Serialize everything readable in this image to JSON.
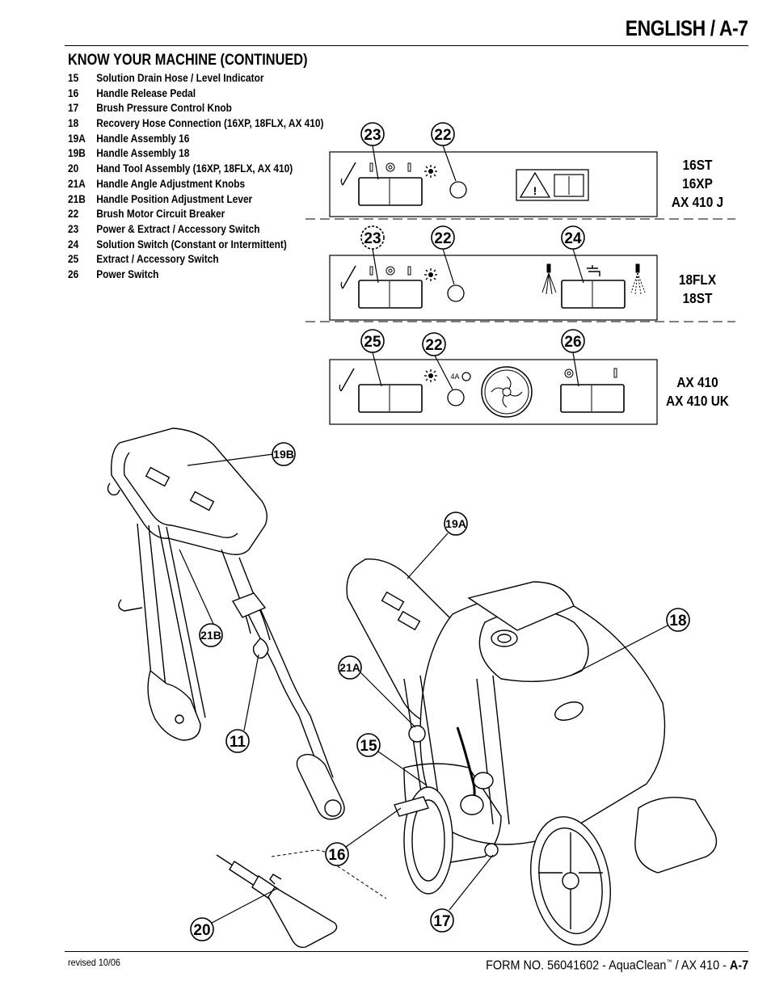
{
  "header": {
    "title": "ENGLISH / A-7"
  },
  "section": {
    "title": "KNOW YOUR MACHINE (CONTINUED)"
  },
  "parts": [
    {
      "num": "15",
      "label": "Solution Drain Hose / Level Indicator"
    },
    {
      "num": "16",
      "label": "Handle Release Pedal"
    },
    {
      "num": "17",
      "label": "Brush Pressure Control Knob"
    },
    {
      "num": "18",
      "label": "Recovery Hose Connection (16XP, 18FLX, AX 410)"
    },
    {
      "num": "19A",
      "label": "Handle Assembly 16"
    },
    {
      "num": "19B",
      "label": "Handle Assembly 18"
    },
    {
      "num": "20",
      "label": "Hand Tool Assembly (16XP, 18FLX, AX 410)"
    },
    {
      "num": "21A",
      "label": "Handle Angle Adjustment Knobs"
    },
    {
      "num": "21B",
      "label": "Handle Position Adjustment Lever"
    },
    {
      "num": "22",
      "label": "Brush Motor Circuit Breaker"
    },
    {
      "num": "23",
      "label": "Power & Extract / Accessory Switch"
    },
    {
      "num": "24",
      "label": "Solution Switch (Constant or Intermittent)"
    },
    {
      "num": "25",
      "label": "Extract / Accessory Switch"
    },
    {
      "num": "26",
      "label": "Power Switch"
    }
  ],
  "panels": [
    {
      "models": [
        "16ST",
        "16XP",
        "AX 410 J"
      ],
      "callouts": [
        "23",
        "22"
      ]
    },
    {
      "models": [
        "18FLX",
        "18ST"
      ],
      "callouts": [
        "23",
        "22",
        "24"
      ]
    },
    {
      "models": [
        "AX 410",
        "AX 410 UK"
      ],
      "callouts": [
        "25",
        "22",
        "26"
      ],
      "breaker_rating": "4A"
    }
  ],
  "machine_callouts": [
    "19B",
    "19A",
    "18",
    "21B",
    "21A",
    "11",
    "15",
    "16",
    "17",
    "20"
  ],
  "footer": {
    "revised": "revised 10/06",
    "form_prefix": "FORM NO. 56041602 - AquaClean",
    "trademark": "™",
    "form_suffix": " / AX 410 - ",
    "page": "A-7"
  }
}
